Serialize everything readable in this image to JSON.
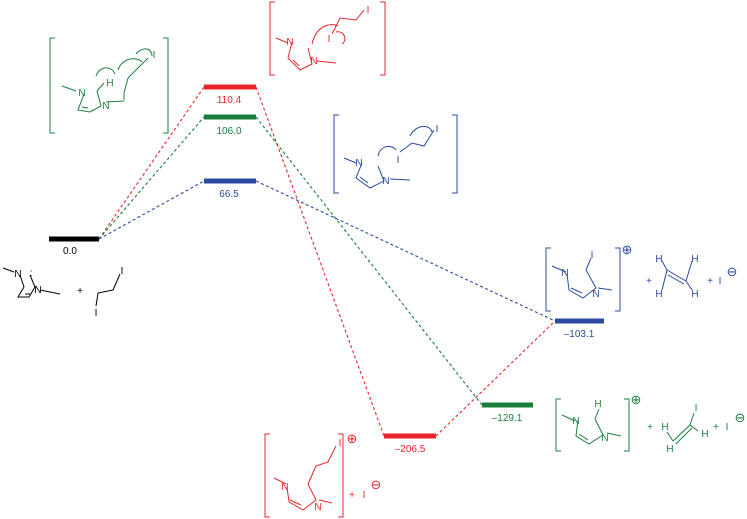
{
  "colors": {
    "black": "#000000",
    "red": "#e8262a",
    "green": "#1a7f3c",
    "blue": "#2b4aa0"
  },
  "levels": {
    "reactant": "0.0",
    "ts_red": "110.4",
    "ts_green": "106.0",
    "ts_blue": "66.5",
    "prod_blue": "–103.1",
    "prod_red": "–206.5",
    "prod_green": "–129.1"
  },
  "atoms": {
    "N": "N",
    "H": "H",
    "I": "I",
    "plus": "+",
    "iodide": "I",
    "charge_plus": "⊕",
    "charge_minus": "⊖"
  }
}
